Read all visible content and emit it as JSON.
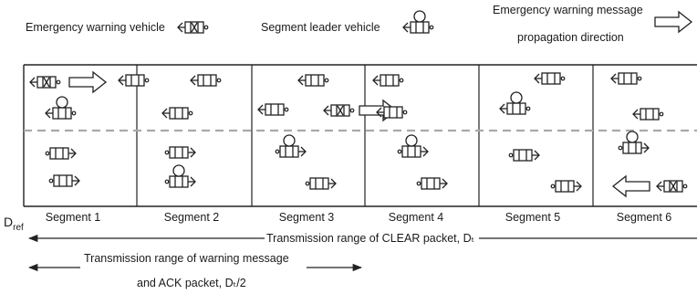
{
  "legend": {
    "emergency_vehicle_label": "Emergency warning vehicle",
    "segment_leader_label": "Segment leader vehicle",
    "message_direction_label_line1": "Emergency warning message",
    "message_direction_label_line2": "propagation direction"
  },
  "segments": [
    "Segment 1",
    "Segment 2",
    "Segment 3",
    "Segment 4",
    "Segment 5",
    "Segment 6"
  ],
  "reference_label": "D",
  "reference_subscript": "ref",
  "ranges": {
    "clear_packet_label": "Transmission range of CLEAR packet, Dₜ",
    "warning_ack_label_line1": "Transmission range of warning message",
    "warning_ack_label_line2": "and ACK packet, Dₜ/2"
  },
  "colors": {
    "lane_divider": "#a9a9a9",
    "stroke": "#222222"
  }
}
